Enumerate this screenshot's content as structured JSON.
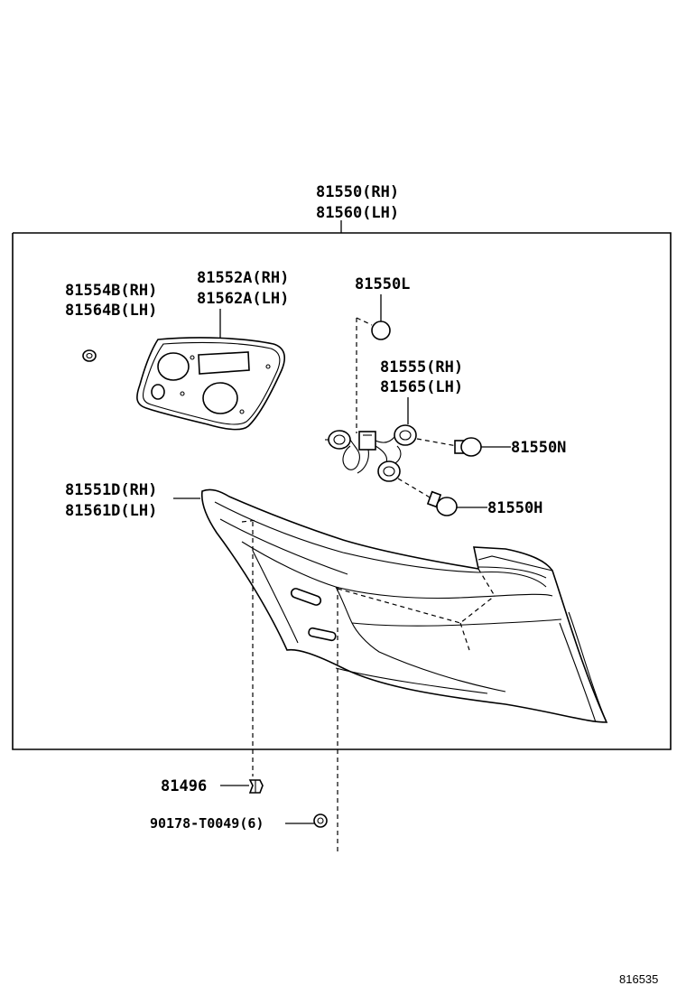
{
  "assembly": {
    "rh": "81550(RH)",
    "lh": "81560(LH)"
  },
  "parts": {
    "p81554": {
      "rh": "81554B(RH)",
      "lh": "81564B(LH)"
    },
    "p81552": {
      "rh": "81552A(RH)",
      "lh": "81562A(LH)"
    },
    "p81550L": "81550L",
    "p81555": {
      "rh": "81555(RH)",
      "lh": "81565(LH)"
    },
    "p81550N": "81550N",
    "p81551": {
      "rh": "81551D(RH)",
      "lh": "81561D(LH)"
    },
    "p81550H": "81550H",
    "p81496": "81496",
    "p90178": "90178-T0049(6)"
  },
  "figure_ref": "816535"
}
